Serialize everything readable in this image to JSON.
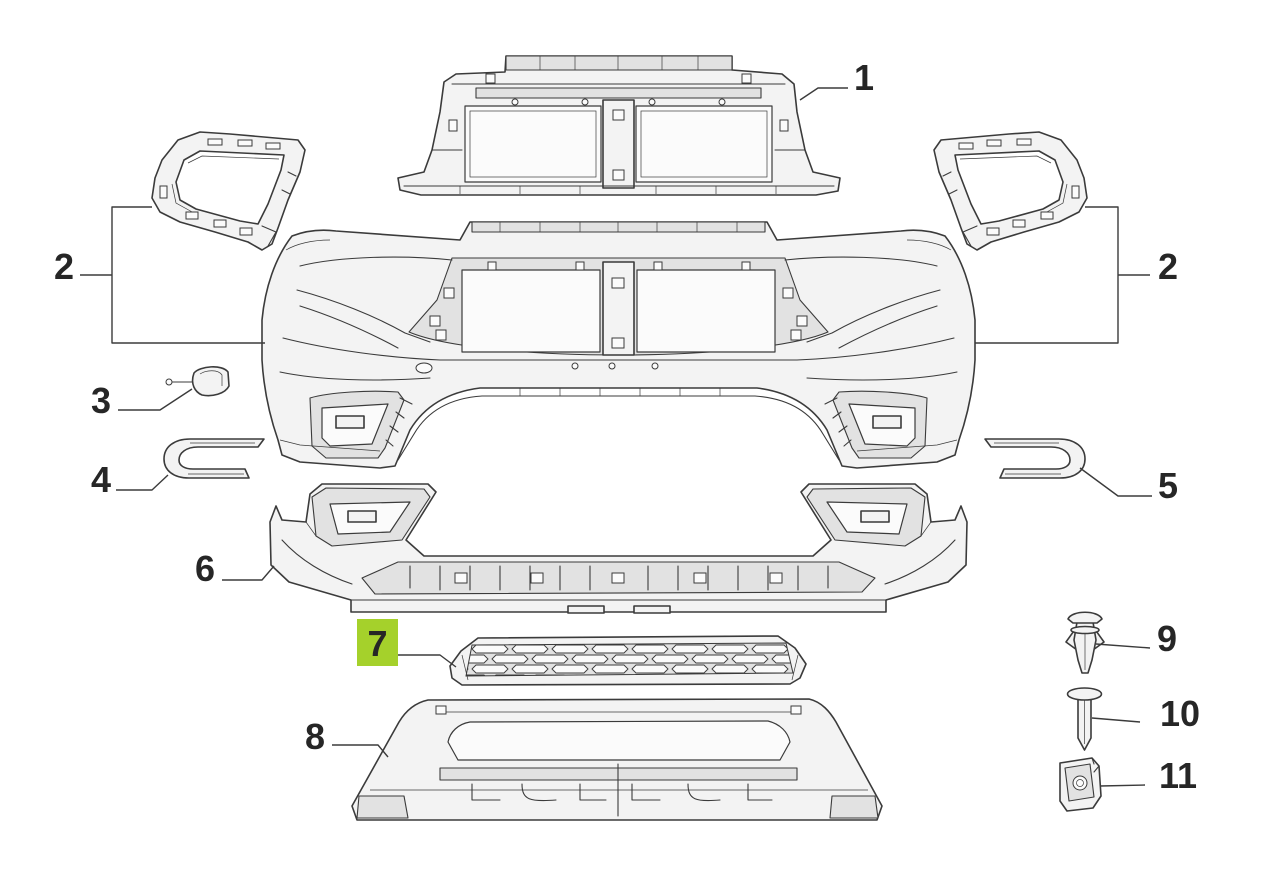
{
  "diagram": {
    "callouts": [
      {
        "label": "1",
        "selected": false
      },
      {
        "label": "2",
        "selected": false
      },
      {
        "label": "2",
        "selected": false
      },
      {
        "label": "3",
        "selected": false
      },
      {
        "label": "4",
        "selected": false
      },
      {
        "label": "5",
        "selected": false
      },
      {
        "label": "6",
        "selected": false
      },
      {
        "label": "7",
        "selected": true
      },
      {
        "label": "8",
        "selected": false
      },
      {
        "label": "9",
        "selected": false
      },
      {
        "label": "10",
        "selected": false
      },
      {
        "label": "11",
        "selected": false
      }
    ]
  },
  "colors": {
    "background": "#ffffff",
    "line": "#3b3b3b",
    "part_fill": "#f3f3f3",
    "part_shade": "#e2e2e2",
    "opening_fill": "#fbfbfb",
    "label_text": "#262626",
    "highlight": "#a5d12b"
  }
}
